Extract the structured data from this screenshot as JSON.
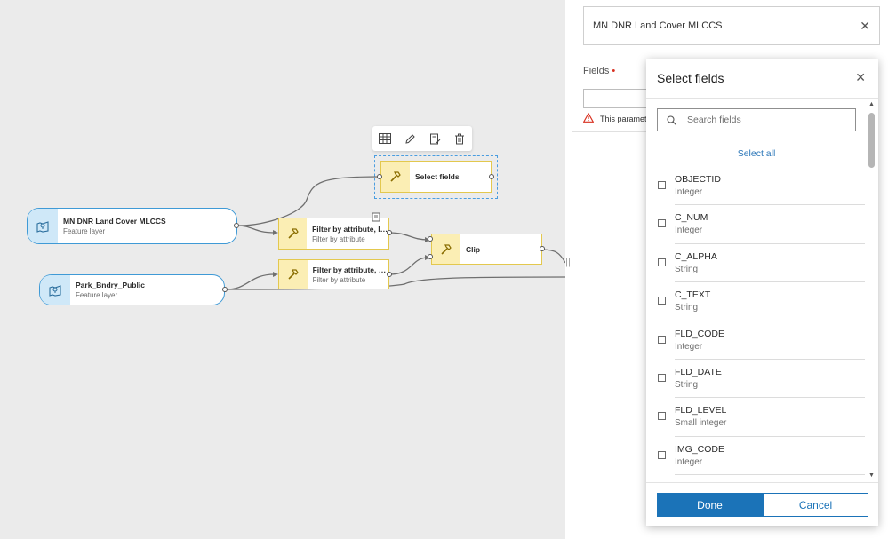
{
  "canvas": {
    "nodes": {
      "mn_layer": {
        "title": "MN DNR Land Cover MLCCS",
        "subtitle": "Feature layer"
      },
      "park_layer": {
        "title": "Park_Bndry_Public",
        "subtitle": "Feature layer"
      },
      "filter1": {
        "title": "Filter by attribute, la...",
        "subtitle": "Filter by attribute"
      },
      "filter2": {
        "title": "Filter by attribute, p...",
        "subtitle": "Filter by attribute"
      },
      "clip": {
        "title": "Clip",
        "subtitle": ""
      },
      "select_fields": {
        "title": "Select fields",
        "subtitle": ""
      }
    },
    "toolbar_icons": [
      "table-icon",
      "pencil-icon",
      "notes-icon",
      "trash-icon"
    ]
  },
  "panel": {
    "input_layer": "MN DNR Land Cover MLCCS",
    "fields_label": "Fields",
    "required_mark": "•",
    "warning_text": "This paramet"
  },
  "popover": {
    "title": "Select fields",
    "search_placeholder": "Search fields",
    "select_all": "Select all",
    "fields": [
      {
        "name": "OBJECTID",
        "type": "Integer"
      },
      {
        "name": "C_NUM",
        "type": "Integer"
      },
      {
        "name": "C_ALPHA",
        "type": "String"
      },
      {
        "name": "C_TEXT",
        "type": "String"
      },
      {
        "name": "FLD_CODE",
        "type": "Integer"
      },
      {
        "name": "FLD_DATE",
        "type": "String"
      },
      {
        "name": "FLD_LEVEL",
        "type": "Small integer"
      },
      {
        "name": "IMG_CODE",
        "type": "Integer"
      }
    ],
    "done_label": "Done",
    "cancel_label": "Cancel"
  },
  "colors": {
    "accent": "#1b73b8",
    "input_node_border": "#3f9ad6",
    "tool_node_border": "#e3c84e",
    "warning": "#d83020"
  }
}
